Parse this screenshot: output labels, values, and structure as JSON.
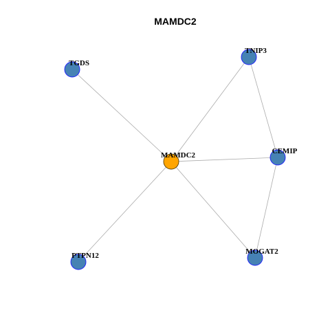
{
  "title": "MAMDC2",
  "colors": {
    "center_node": "#FFA500",
    "neighbor_node": "#4682B4",
    "node_border": "#1a1aff",
    "center_border": "#5a4000",
    "edge": "#aaaaaa"
  },
  "nodes": [
    {
      "id": "MAMDC2",
      "label": "MAMDC2",
      "role": "center"
    },
    {
      "id": "TGDS",
      "label": "TGDS",
      "role": "neighbor"
    },
    {
      "id": "TNIP3",
      "label": "TNIP3",
      "role": "neighbor"
    },
    {
      "id": "CEMIP",
      "label": "CEMIP",
      "role": "neighbor"
    },
    {
      "id": "PTPN12",
      "label": "PTPN12",
      "role": "neighbor"
    },
    {
      "id": "MOGAT2",
      "label": "MOGAT2",
      "role": "neighbor"
    }
  ],
  "edges": [
    [
      "MAMDC2",
      "TGDS"
    ],
    [
      "MAMDC2",
      "TNIP3"
    ],
    [
      "MAMDC2",
      "CEMIP"
    ],
    [
      "MAMDC2",
      "PTPN12"
    ],
    [
      "MAMDC2",
      "MOGAT2"
    ],
    [
      "TNIP3",
      "CEMIP"
    ],
    [
      "CEMIP",
      "MOGAT2"
    ]
  ]
}
